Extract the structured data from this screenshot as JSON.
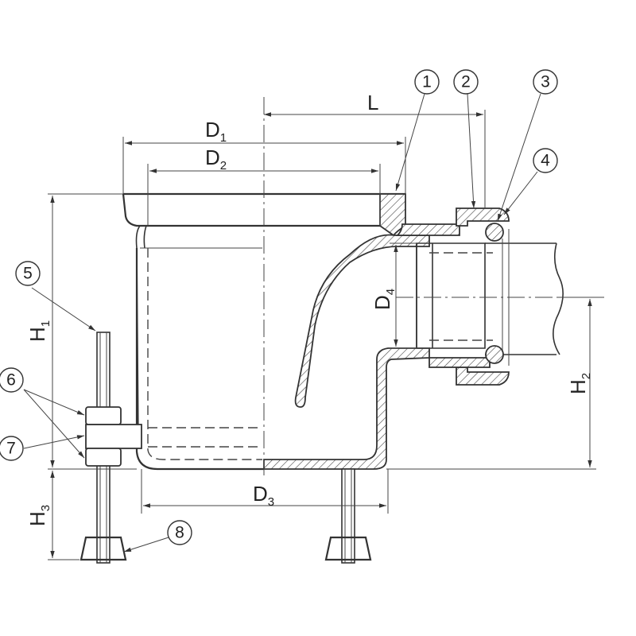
{
  "dimensions": {
    "L": "L",
    "D1": {
      "main": "D",
      "sub": "1"
    },
    "D2": {
      "main": "D",
      "sub": "2"
    },
    "D3": {
      "main": "D",
      "sub": "3"
    },
    "D4": {
      "main": "D",
      "sub": "4"
    },
    "H1": {
      "main": "H",
      "sub": "1"
    },
    "H2": {
      "main": "H",
      "sub": "2"
    },
    "H3": {
      "main": "H",
      "sub": "3"
    }
  },
  "callouts": [
    "1",
    "2",
    "3",
    "4",
    "5",
    "6",
    "7",
    "8"
  ]
}
